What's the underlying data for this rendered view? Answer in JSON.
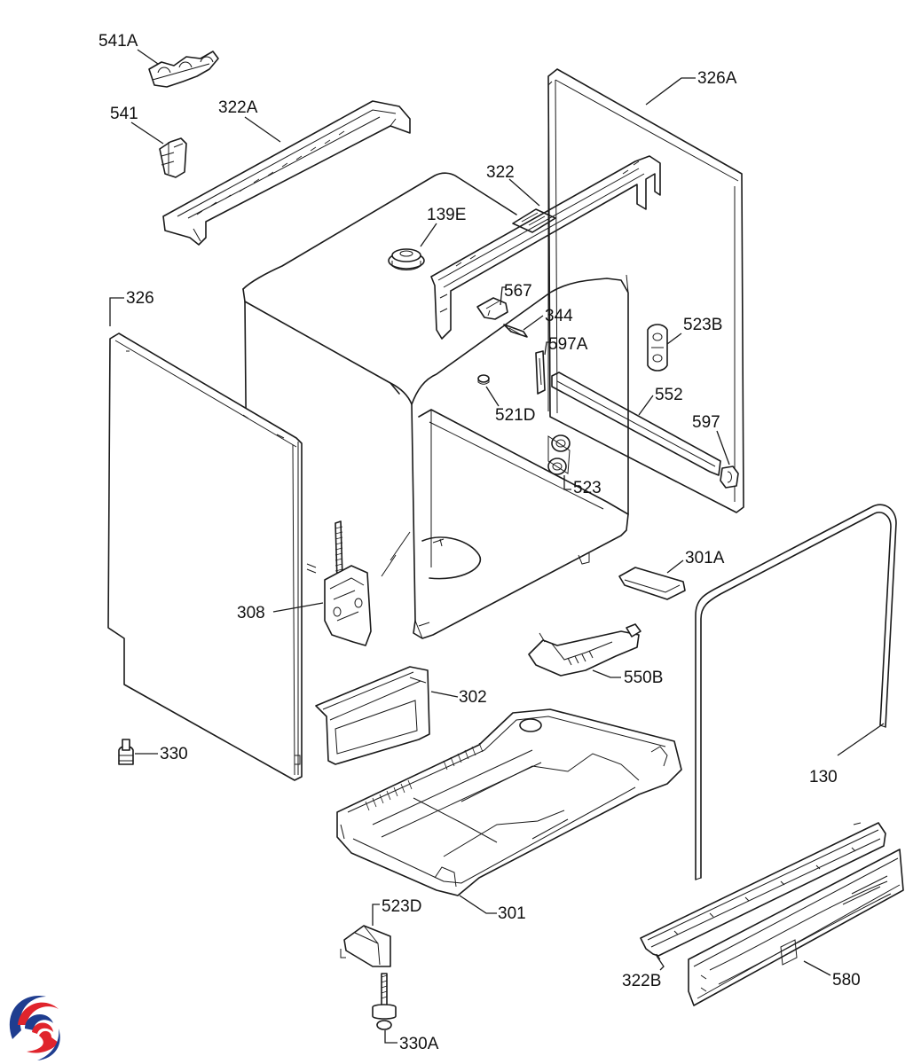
{
  "labels": {
    "l541A": "541A",
    "l541": "541",
    "l322A": "322A",
    "l326A": "326A",
    "l322": "322",
    "l139E": "139E",
    "l326": "326",
    "l567": "567",
    "l344": "344",
    "l523B": "523B",
    "l597A": "597A",
    "l552": "552",
    "l521D": "521D",
    "l597": "597",
    "l523": "523",
    "l301A": "301A",
    "l308": "308",
    "l550B": "550B",
    "l302": "302",
    "l330": "330",
    "l130": "130",
    "l301": "301",
    "l523D": "523D",
    "l322B": "322B",
    "l580": "580",
    "l330A": "330A"
  },
  "colors": {
    "line": "#1a1a1a",
    "logo_blue": "#1f3d8f",
    "logo_red": "#e0242c"
  },
  "logo_icon": "brand-swirl-logo"
}
